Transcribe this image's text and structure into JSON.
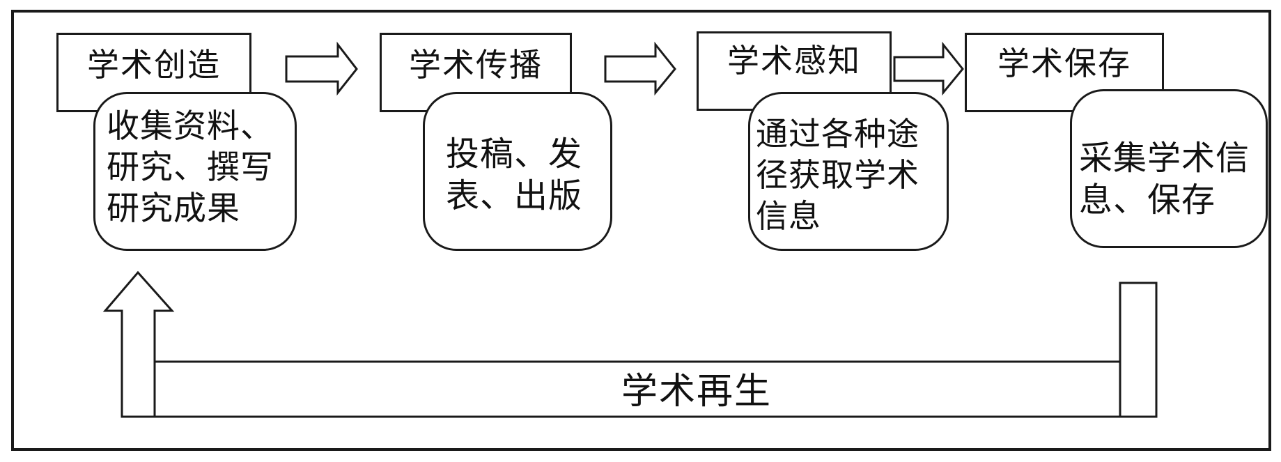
{
  "stages": [
    {
      "title": "学术创造",
      "description": "收集资料、研究、撰写研究成果"
    },
    {
      "title": "学术传播",
      "description": "投稿、发表、出版"
    },
    {
      "title": "学术感知",
      "description": "通过各种途径获取学术信息"
    },
    {
      "title": "学术保存",
      "description": "采集学术信息、保存"
    }
  ],
  "cycle": {
    "label": "学术再生"
  }
}
